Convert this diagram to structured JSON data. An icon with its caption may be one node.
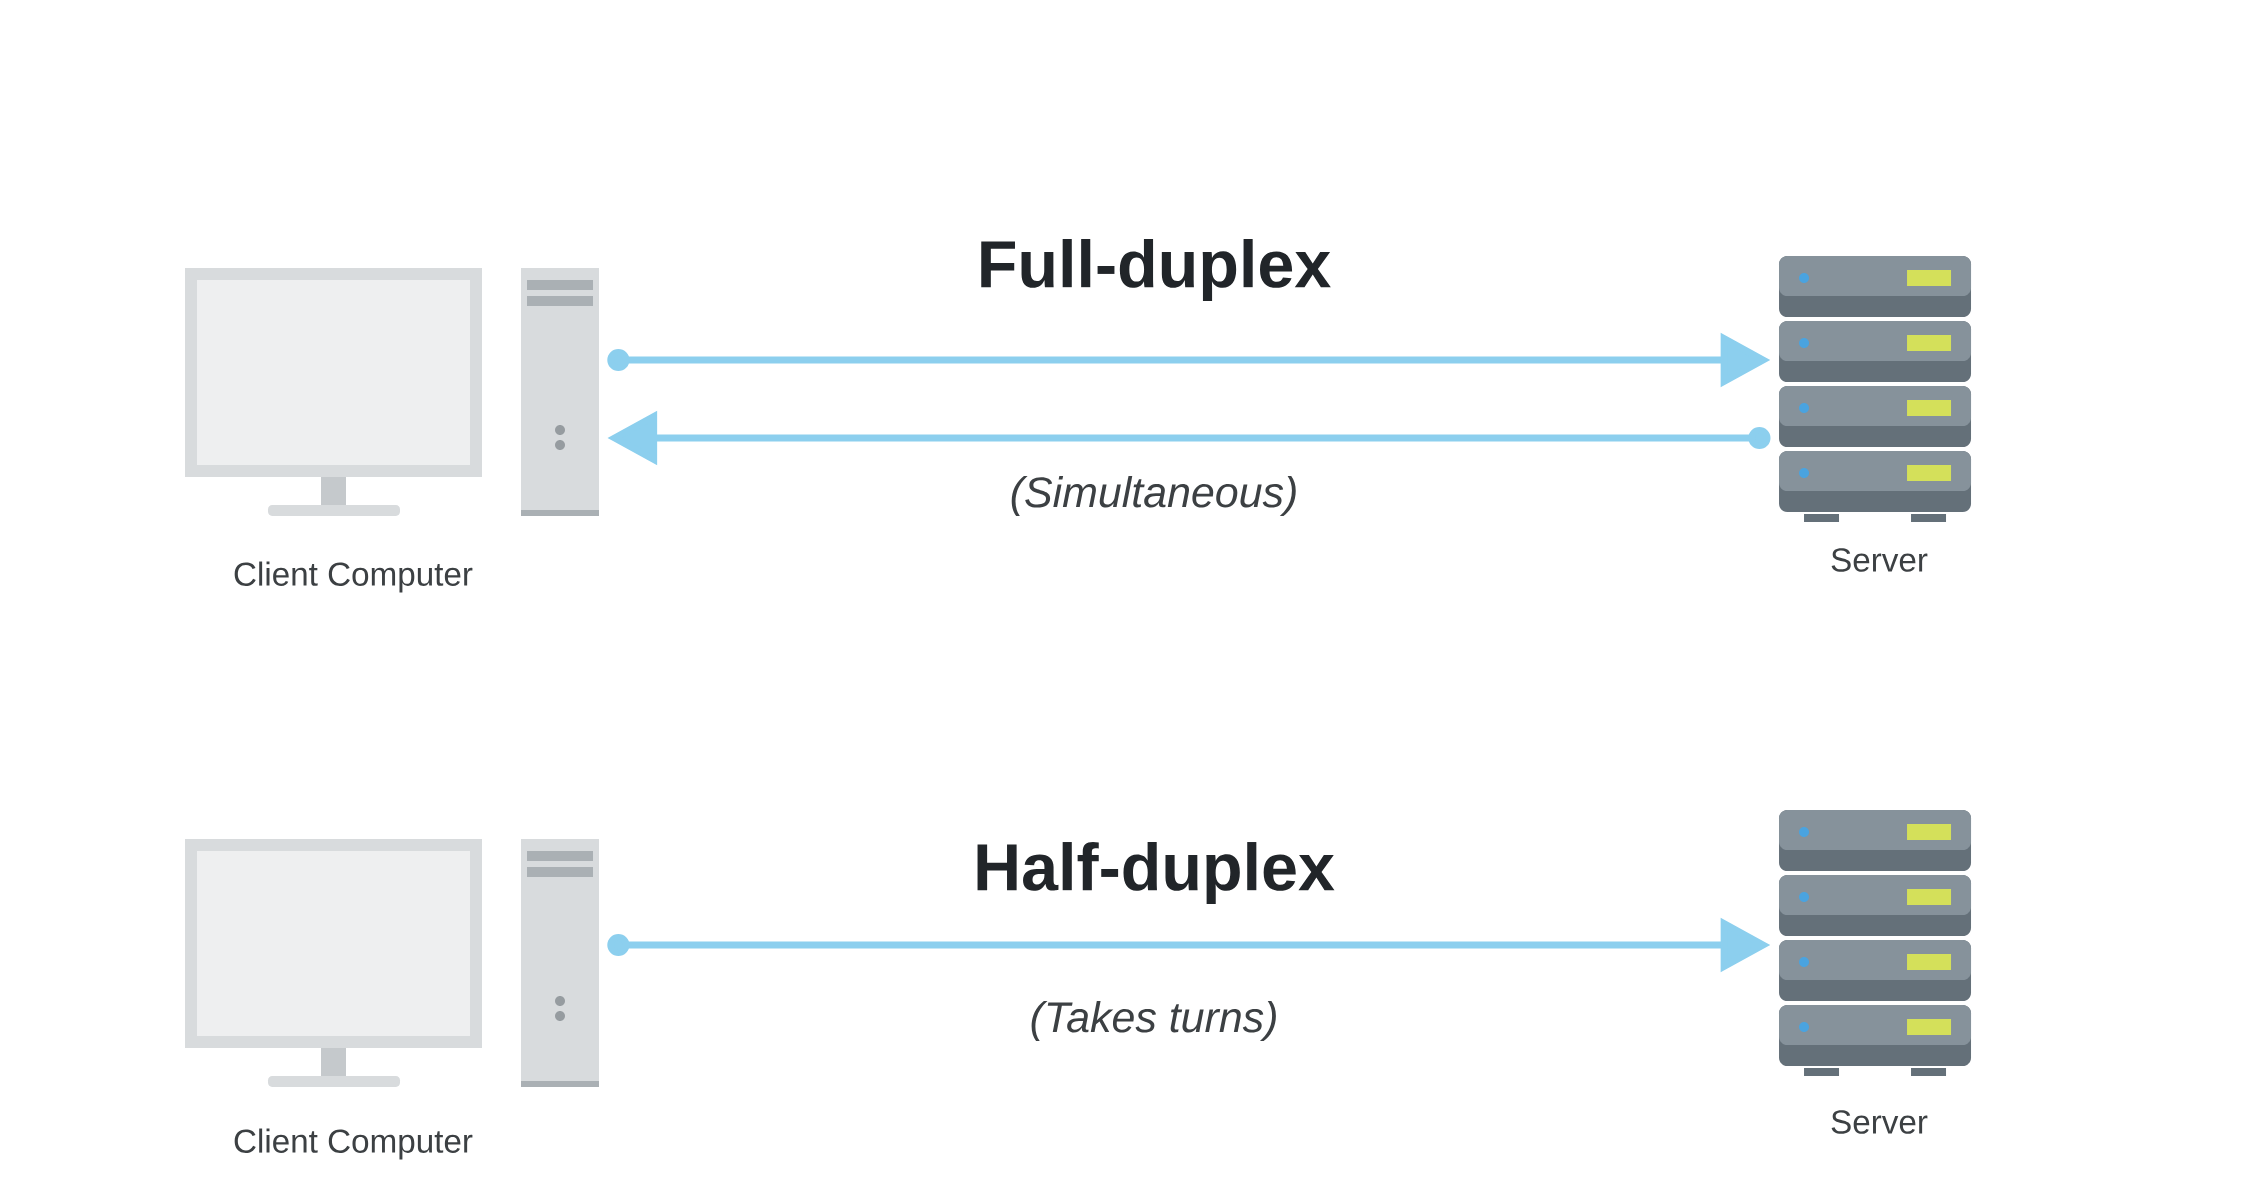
{
  "diagram": {
    "nodes": [
      {
        "text": [],
        "shape": "computer",
        "beside": [
          "Client Computer"
        ]
      },
      {
        "text": [],
        "shape": "server",
        "beside": [
          "Server"
        ]
      },
      {
        "text": [],
        "shape": "computer",
        "beside": [
          "Client Computer"
        ]
      },
      {
        "text": [],
        "shape": "server",
        "beside": [
          "Server"
        ]
      }
    ],
    "edges": [
      {
        "from": 0,
        "to": 1,
        "arrow": "to"
      },
      {
        "from": 1,
        "to": 0,
        "arrow": "to"
      },
      {
        "from": 2,
        "to": 3,
        "arrow": "to"
      }
    ],
    "labels": [
      "Full-duplex",
      "(Simultaneous)",
      "Half-duplex",
      "(Takes turns)"
    ]
  }
}
